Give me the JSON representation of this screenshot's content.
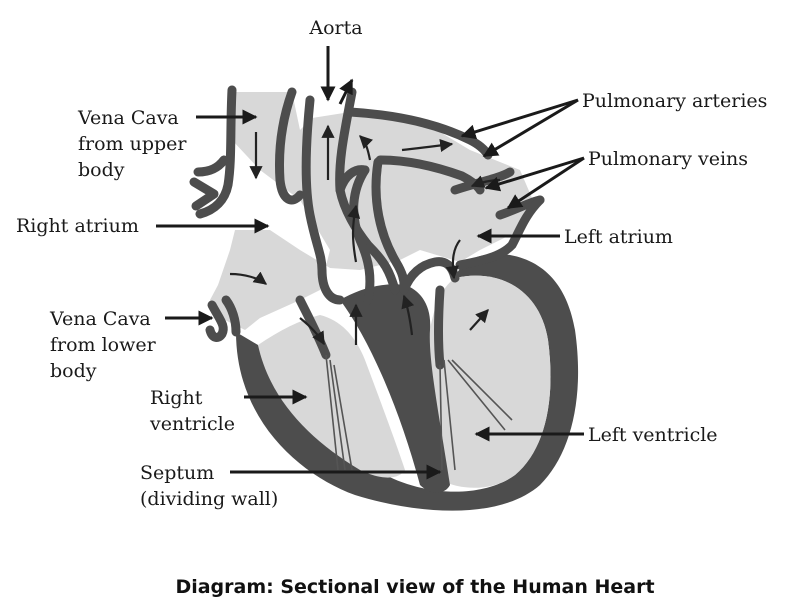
{
  "labels": {
    "aorta": "Aorta",
    "vena_cava_upper_1": "Vena Cava",
    "vena_cava_upper_2": "from upper",
    "vena_cava_upper_3": "body",
    "right_atrium": "Right atrium",
    "vena_cava_lower_1": "Vena Cava",
    "vena_cava_lower_2": "from lower",
    "vena_cava_lower_3": "body",
    "right_ventricle_1": "Right",
    "right_ventricle_2": "ventricle",
    "septum_1": "Septum",
    "septum_2": "(dividing wall)",
    "pulmonary_arteries": "Pulmonary arteries",
    "pulmonary_veins": "Pulmonary veins",
    "left_atrium": "Left atrium",
    "left_ventricle": "Left ventricle"
  },
  "caption": "Diagram: Sectional view of the Human Heart",
  "colors": {
    "wall": "#4d4d4d",
    "chamber": "#d8d8d8",
    "text": "#1a1a1a"
  }
}
